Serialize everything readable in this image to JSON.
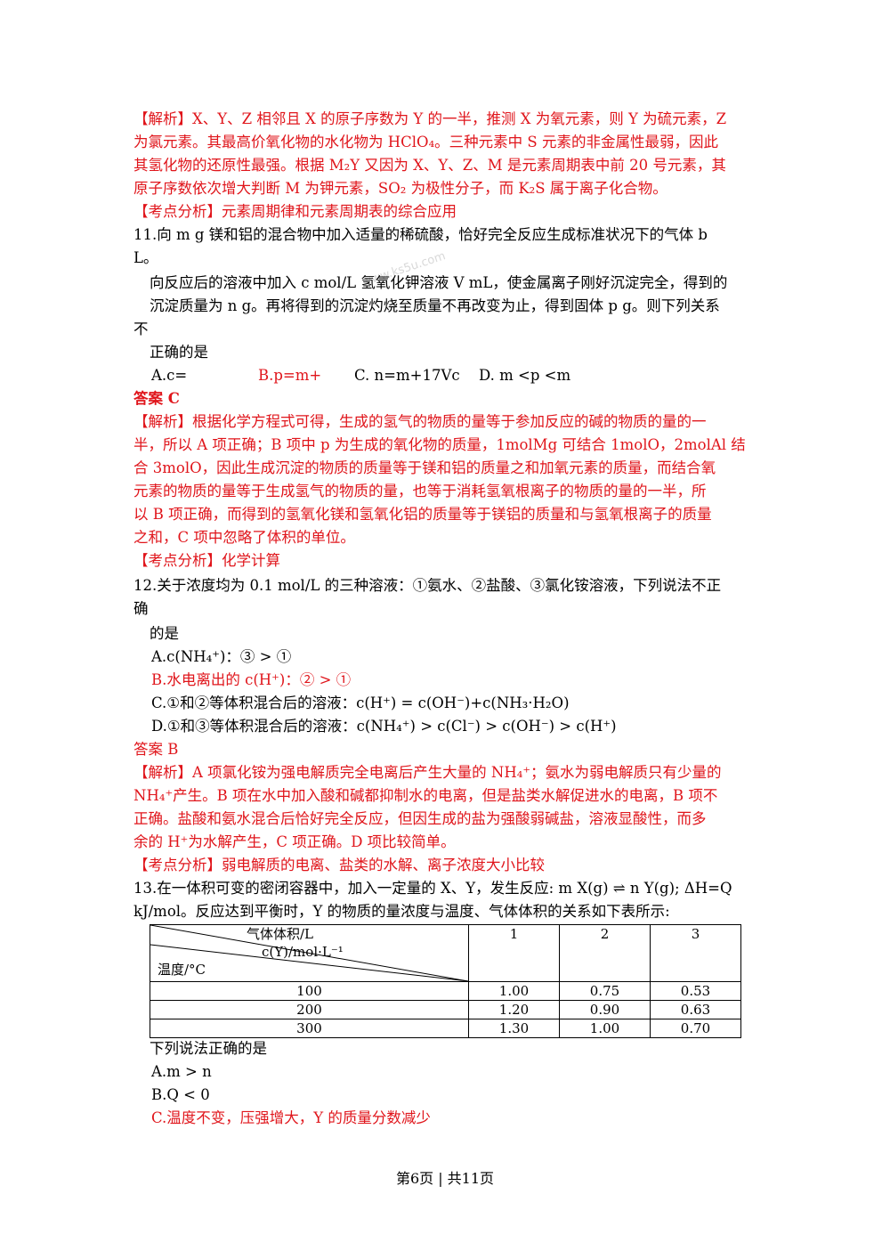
{
  "block10": {
    "l1": "【解析】X、Y、Z 相邻且 X 的原子序数为 Y 的一半，推测 X 为氧元素，则 Y 为硫元素，Z",
    "l2": "为氯元素。其最高价氧化物的水化物为 HClO₄。三种元素中 S 元素的非金属性最弱，因此",
    "l3": "其氢化物的还原性最强。根据 M₂Y 又因为 X、Y、Z、M 是元素周期表中前 20 号元素，其",
    "l4": "原子序数依次增大判断 M 为钾元素，SO₂ 为极性分子，而 K₂S 属于离子化合物。",
    "kd": "【考点分析】元素周期律和元素周期表的综合应用"
  },
  "q11": {
    "l1": "11.向 m g 镁和铝的混合物中加入适量的稀硫酸，恰好完全反应生成标准状况下的气体 b",
    "l2": "L。",
    "l3": "向反应后的溶液中加入 c mol/L 氢氧化钾溶液 V mL，使金属离子刚好沉淀完全，得到的",
    "l4": "沉淀质量为 n g。再将得到的沉淀灼烧至质量不再改变为止，得到固体 p g。则下列关系",
    "l5": "不",
    "l6": "正确的是",
    "optA": "A.c=",
    "optB": "B.p=m+",
    "optC": "C. n=m+17Vc",
    "optD": "D. m <p <m",
    "answer": "答案 C",
    "a1": "【解析】根据化学方程式可得，生成的氢气的物质的量等于参加反应的碱的物质的量的一",
    "a2": "半，所以 A 项正确；B 项中 p 为生成的氧化物的质量，1molMg 可结合 1molO，2molAl 结",
    "a3": "合 3molO，因此生成沉淀的物质的质量等于镁和铝的质量之和加氧元素的质量，而结合氧",
    "a4": "元素的物质的量等于生成氢气的物质的量，也等于消耗氢氧根离子的物质的量的一半，所",
    "a5": "以 B 项正确，而得到的氢氧化镁和氢氧化铝的质量等于镁铝的质量和与氢氧根离子的质量",
    "a6": "之和，C 项中忽略了体积的单位。",
    "kd": "【考点分析】化学计算"
  },
  "q12": {
    "l1": "12.关于浓度均为 0.1 mol/L 的三种溶液：①氨水、②盐酸、③氯化铵溶液，下列说法不正",
    "l2": "确",
    "l3": "的是",
    "optA": "A.c(NH₄⁺)：③ > ①",
    "optB": "B.水电离出的 c(H⁺)：② > ①",
    "optC": "C.①和②等体积混合后的溶液：c(H⁺) = c(OH⁻)+c(NH₃·H₂O)",
    "optD": "D.①和③等体积混合后的溶液：c(NH₄⁺) > c(Cl⁻) > c(OH⁻) > c(H⁺)",
    "answer": "答案 B",
    "a1": "【解析】A 项氯化铵为强电解质完全电离后产生大量的 NH₄⁺；氨水为弱电解质只有少量的",
    "a2": "NH₄⁺产生。B 项在水中加入酸和碱都抑制水的电离，但是盐类水解促进水的电离，B 项不",
    "a3": "正确。盐酸和氨水混合后恰好完全反应，但因生成的盐为强酸弱碱盐，溶液显酸性，而多",
    "a4": "余的 H⁺为水解产生，C 项正确。D 项比较简单。",
    "kd": "【考点分析】弱电解质的电离、盐类的水解、离子浓度大小比较"
  },
  "q13": {
    "l1": "13.在一体积可变的密闭容器中，加入一定量的 X、Y，发生反应: m X(g) ⇌ n Y(g); ΔH=Q",
    "l2": "kJ/mol。反应达到平衡时，Y 的物质的量浓度与温度、气体体积的关系如下表所示:",
    "table": {
      "h1": "气体体积/L",
      "h2": "c(Y)/mol·L⁻¹",
      "h3": "温度/°C",
      "cols": [
        "1",
        "2",
        "3"
      ],
      "rows": [
        {
          "t": "100",
          "v": [
            "1.00",
            "0.75",
            "0.53"
          ]
        },
        {
          "t": "200",
          "v": [
            "1.20",
            "0.90",
            "0.63"
          ]
        },
        {
          "t": "300",
          "v": [
            "1.30",
            "1.00",
            "0.70"
          ]
        }
      ]
    },
    "l3": "下列说法正确的是",
    "optA": "A.m > n",
    "optB": "B.Q < 0",
    "optC": "C.温度不变，压强增大，Y 的质量分数减少"
  },
  "watermark": "www.ks5u.com",
  "footer": "第6页 | 共11页"
}
